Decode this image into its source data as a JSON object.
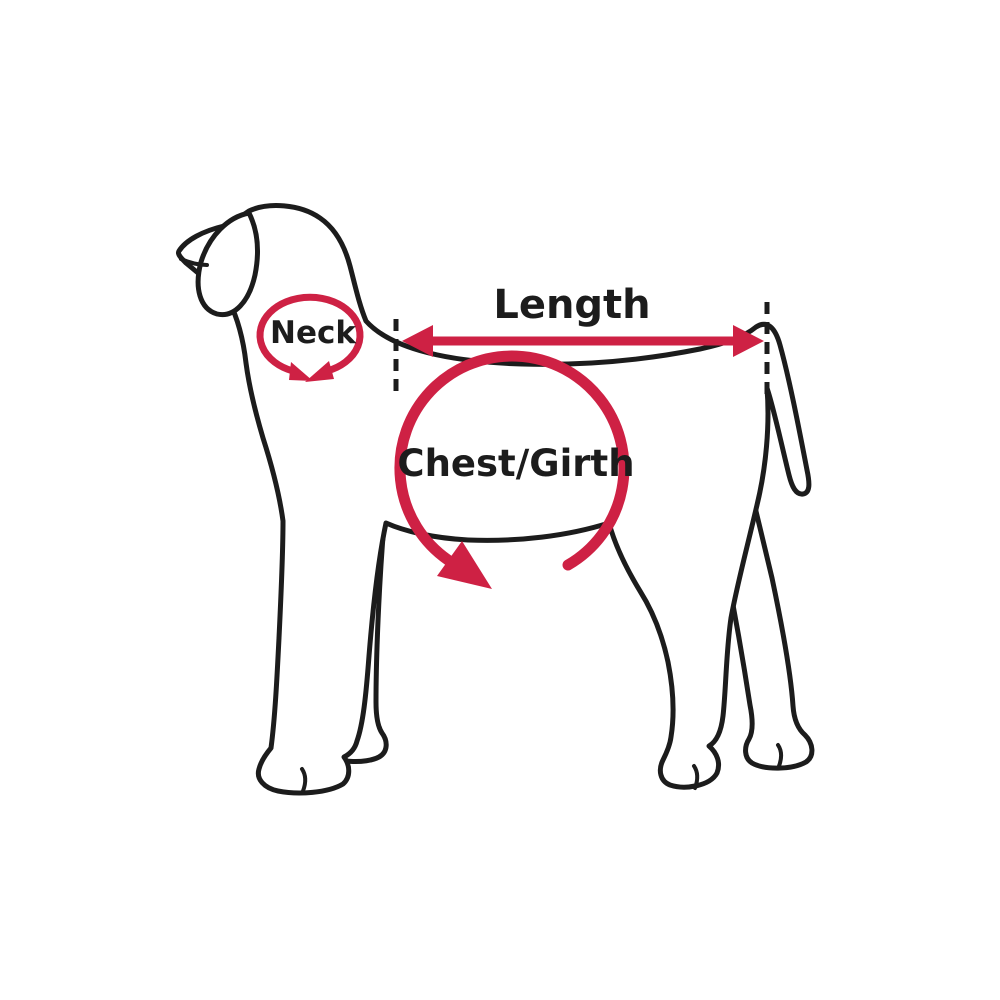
{
  "diagram": {
    "labels": {
      "neck": "Neck",
      "length": "Length",
      "chest_girth": "Chest/Girth"
    },
    "annotations": [
      {
        "name": "neck-measure-ellipse",
        "label": "Neck",
        "shape": "red loop around neck with crossing arrowheads"
      },
      {
        "name": "length-arrow",
        "label": "Length",
        "shape": "red double-headed horizontal arrow between two black dashed markers along the back"
      },
      {
        "name": "chest-girth-arrow",
        "label": "Chest/Girth",
        "shape": "red circular arrow wrapping around the chest with arrowhead at bottom"
      }
    ]
  },
  "colors": {
    "annotation_red": "#ce2144",
    "outline_ink": "#1c1c1c",
    "background": "#ffffff"
  }
}
